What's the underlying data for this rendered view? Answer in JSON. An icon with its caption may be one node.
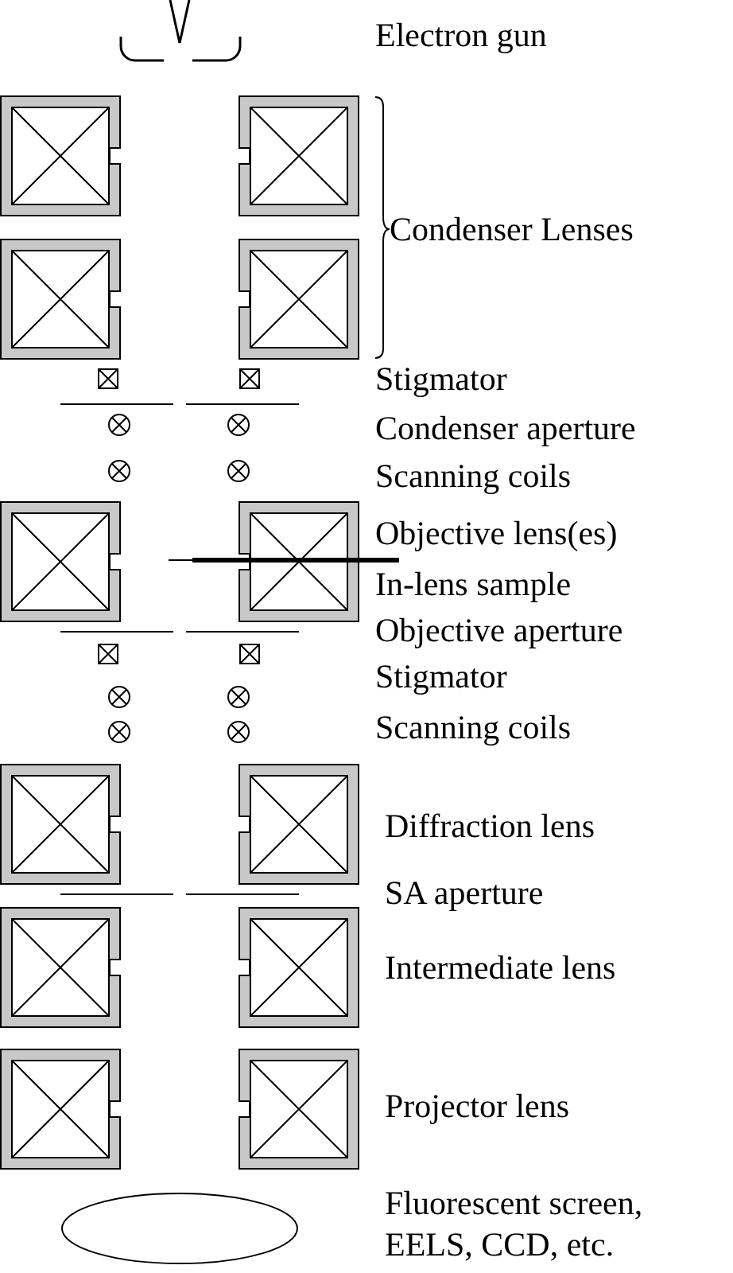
{
  "diagram": {
    "labels": [
      "Electron gun",
      "Condenser Lenses",
      "Stigmator",
      "Condenser aperture",
      "Scanning coils",
      "Objective lens(es)",
      "In-lens sample",
      "Objective aperture",
      "Stigmator",
      "Scanning coils",
      "Diffraction lens",
      "SA aperture",
      "Intermediate lens",
      "Projector lens",
      "Fluorescent screen, EELS, CCD, etc."
    ]
  }
}
